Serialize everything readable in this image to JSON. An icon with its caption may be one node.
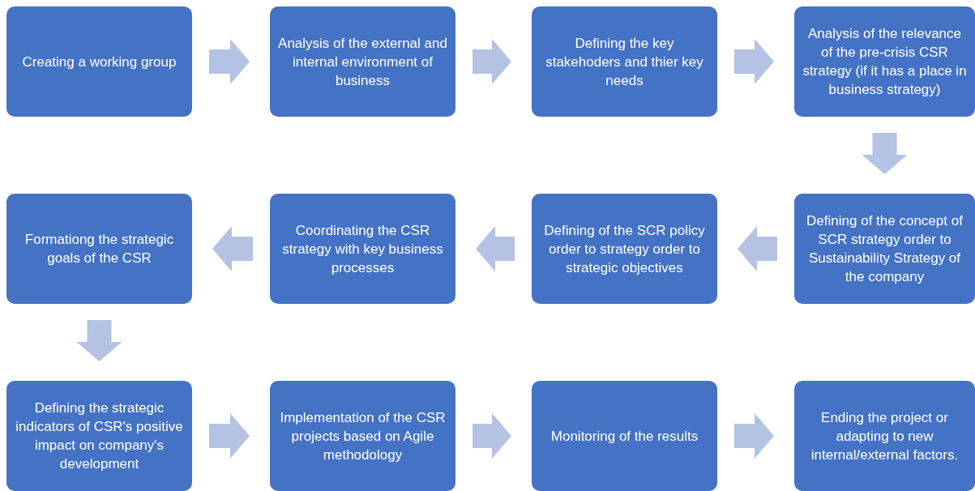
{
  "diagram": {
    "nodes": [
      {
        "text": [
          "Creating a working group"
        ]
      },
      {
        "text": [
          "Analysis of the external and internal environment of business"
        ]
      },
      {
        "text": [
          "Defining the key stakehoders and thier key needs"
        ]
      },
      {
        "text": [
          "Analysis of the relevance of the pre-crisis CSR strategy (if it has a place in business strategy)"
        ]
      },
      {
        "text": [
          "Formationg the strategic goals of the CSR"
        ]
      },
      {
        "text": [
          "Coordinating the CSR strategy with key business processes"
        ]
      },
      {
        "text": [
          "Defining of the SCR policy order to strategy order to strategic objectives"
        ]
      },
      {
        "text": [
          "Defining of the concept of SCR strategy order to Sustainability Strategy of the company"
        ]
      },
      {
        "text": [
          "Defining the strategic indicators of CSR's positive impact on company's development"
        ]
      },
      {
        "text": [
          "Implementation of the CSR projects based on Agile methodology"
        ]
      },
      {
        "text": [
          "Monitoring of the results"
        ]
      },
      {
        "text": [
          "Ending the project or adapting to new internal/external factors."
        ]
      }
    ],
    "edges": [
      {
        "from": 0,
        "to": 1,
        "arrow": "to"
      },
      {
        "from": 1,
        "to": 2,
        "arrow": "to"
      },
      {
        "from": 2,
        "to": 3,
        "arrow": "to"
      },
      {
        "from": 3,
        "to": 7,
        "arrow": "to"
      },
      {
        "from": 7,
        "to": 6,
        "arrow": "to"
      },
      {
        "from": 6,
        "to": 5,
        "arrow": "to"
      },
      {
        "from": 5,
        "to": 4,
        "arrow": "to"
      },
      {
        "from": 4,
        "to": 8,
        "arrow": "to"
      },
      {
        "from": 8,
        "to": 9,
        "arrow": "to"
      },
      {
        "from": 9,
        "to": 10,
        "arrow": "to"
      },
      {
        "from": 10,
        "to": 11,
        "arrow": "to"
      }
    ]
  }
}
